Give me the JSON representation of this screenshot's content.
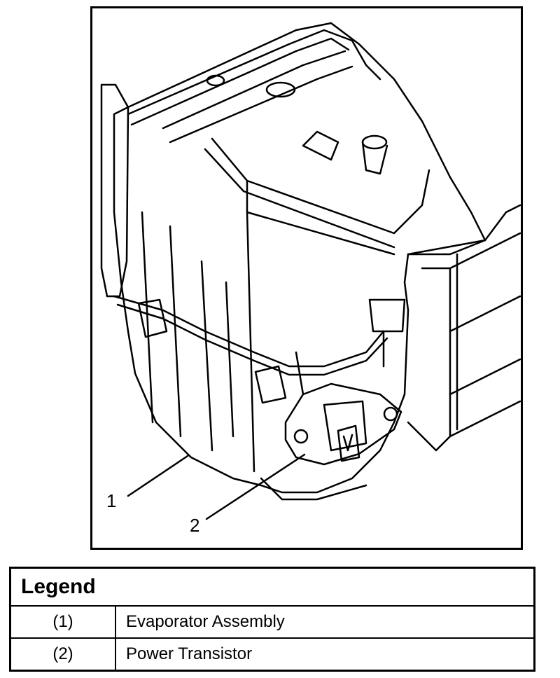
{
  "figure": {
    "callouts": [
      {
        "id": "1",
        "label": "1"
      },
      {
        "id": "2",
        "label": "2"
      }
    ]
  },
  "legend": {
    "title": "Legend",
    "rows": [
      {
        "num": "(1)",
        "desc": "Evaporator Assembly"
      },
      {
        "num": "(2)",
        "desc": "Power Transistor"
      }
    ]
  }
}
